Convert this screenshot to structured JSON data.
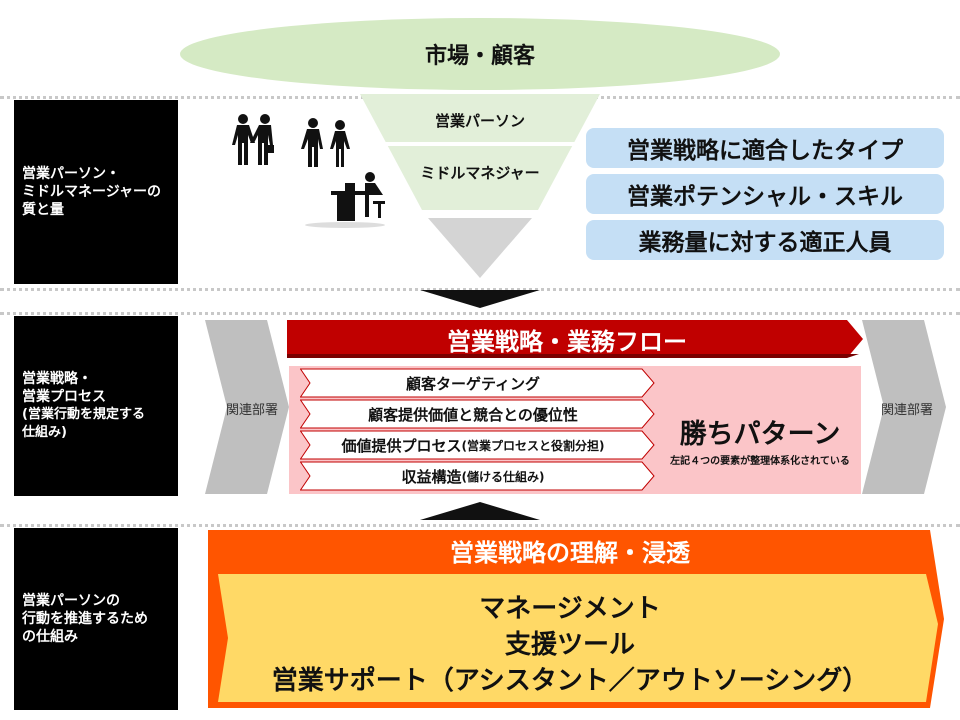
{
  "top": {
    "market_label": "市場・顧客"
  },
  "section1": {
    "left_lines": [
      "営業パーソン・",
      "ミドルマネージャーの",
      "質と量"
    ],
    "funnel_levels": [
      "営業パーソン",
      "ミドルマネジャー"
    ],
    "requirements": [
      "営業戦略に適合したタイプ",
      "営業ポテンシャル・スキル",
      "業務量に対する適正人員"
    ]
  },
  "section2": {
    "left_lines": [
      "営業戦略・",
      "営業プロセス"
    ],
    "left_note_lines": [
      "(営業行動を規定する",
      "仕組み)"
    ],
    "side_left": "関連部署",
    "side_right": "関連部署",
    "header": "営業戦略・業務フロー",
    "elements": [
      {
        "main": "顧客ターゲティング",
        "sub": ""
      },
      {
        "main": "顧客提供価値と競合との優位性",
        "sub": ""
      },
      {
        "main": "価値提供プロセス",
        "sub": "(営業プロセスと役割分担)"
      },
      {
        "main": "収益構造",
        "sub": "(儲ける仕組み)"
      }
    ],
    "win_title": "勝ちパターン",
    "win_note": "左記４つの要素が整理体系化されている"
  },
  "section3": {
    "left_lines": [
      "営業パーソンの",
      "行動を推進するため",
      "の仕組み"
    ],
    "header": "営業戦略の理解・浸透",
    "items": [
      "マネージメント",
      "支援ツール",
      "営業サポート（アシスタント／アウトソーシング）"
    ]
  },
  "colors": {
    "oval_green": "#d5eac4",
    "funnel_green": "#e2efd9",
    "pill_blue": "#c5dff5",
    "red_header": "#c00000",
    "pink_panel": "#fbc5c8",
    "orange_header": "#ff5500",
    "yellow_panel": "#ffd966"
  }
}
